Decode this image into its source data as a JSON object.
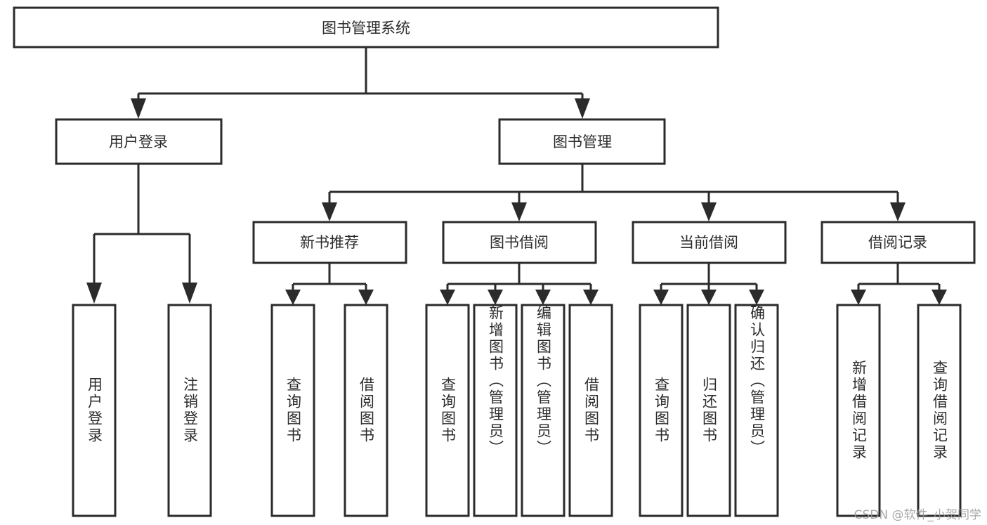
{
  "diagram": {
    "type": "tree-hierarchy",
    "title": "图书管理系统",
    "orientation": "top-down",
    "colors": {
      "stroke": "#2b2b2b",
      "fill": "#ffffff",
      "background": "#ffffff",
      "watermark": "#9a9a9a"
    },
    "levels": {
      "root": {
        "label": "图书管理系统"
      },
      "level2": [
        {
          "label": "用户登录"
        },
        {
          "label": "图书管理"
        }
      ],
      "level3": [
        {
          "label": "新书推荐"
        },
        {
          "label": "图书借阅"
        },
        {
          "label": "当前借阅"
        },
        {
          "label": "借阅记录"
        }
      ],
      "leaves": {
        "user_login": [
          {
            "label": "用户登录"
          },
          {
            "label": "注销登录"
          }
        ],
        "new_book_recommend": [
          {
            "label": "查询图书"
          },
          {
            "label": "借阅图书"
          }
        ],
        "book_borrow": [
          {
            "label": "查询图书"
          },
          {
            "label": "新增图书（管理员）"
          },
          {
            "label": "编辑图书（管理员）"
          },
          {
            "label": "借阅图书"
          }
        ],
        "current_borrow": [
          {
            "label": "查询图书"
          },
          {
            "label": "归还图书"
          },
          {
            "label": "确认归还（管理员）"
          }
        ],
        "borrow_record": [
          {
            "label": "新增借阅记录"
          },
          {
            "label": "查询借阅记录"
          }
        ]
      }
    },
    "watermark": "CSDN @软件_小贺同学"
  }
}
